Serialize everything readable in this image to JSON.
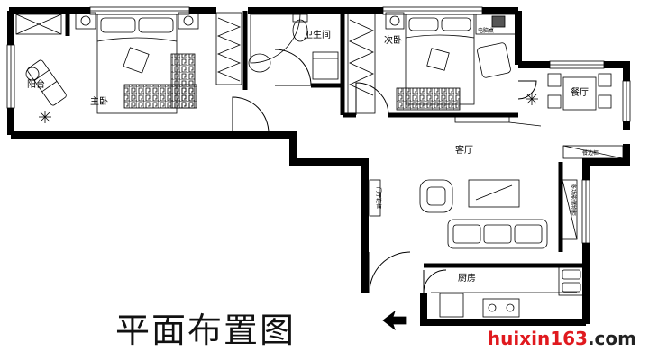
{
  "title": "平面布置图",
  "rooms": {
    "balcony": "阳台",
    "master_bedroom": "主卧",
    "bathroom": "卫生间",
    "second_bedroom": "次卧",
    "dining": "餐厅",
    "living": "客厅",
    "kitchen": "厨房"
  },
  "fixtures": {
    "desk": "电脑桌",
    "dining_cabinet": "餐边柜",
    "shoe_cabinet": "门厅鞋柜",
    "tall_cabinet": "多功能储物柜"
  },
  "watermark": {
    "brand": "huixin163",
    "suffix": ".com",
    "brand_color": "#e0191e"
  }
}
